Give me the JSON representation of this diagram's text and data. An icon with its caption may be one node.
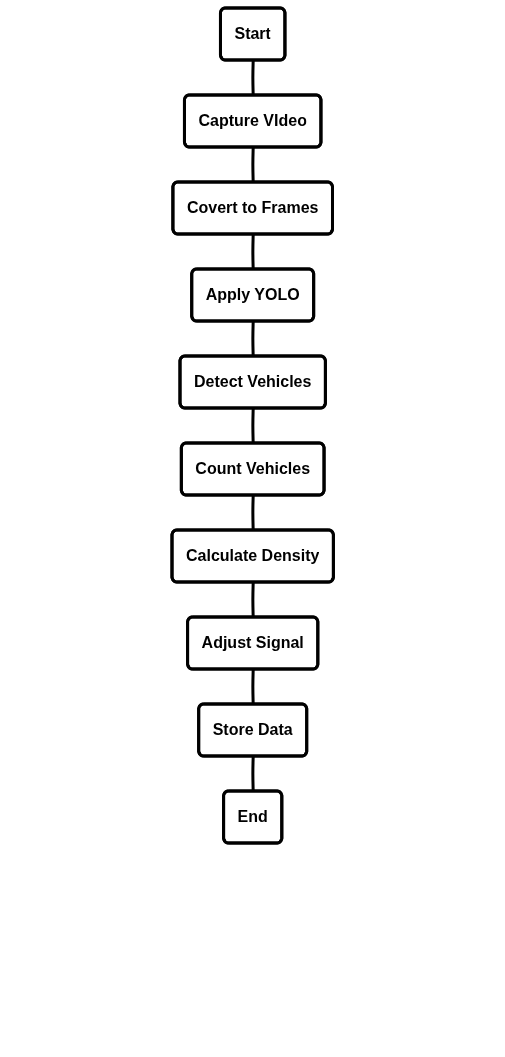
{
  "diagram": {
    "nodes": [
      {
        "text": [
          "Start"
        ]
      },
      {
        "text": [
          "Capture VIdeo"
        ]
      },
      {
        "text": [
          "Covert to Frames"
        ]
      },
      {
        "text": [
          "Apply YOLO"
        ]
      },
      {
        "text": [
          "Detect Vehicles"
        ]
      },
      {
        "text": [
          "Count Vehicles"
        ]
      },
      {
        "text": [
          "Calculate Density"
        ]
      },
      {
        "text": [
          "Adjust Signal"
        ]
      },
      {
        "text": [
          "Store Data"
        ]
      },
      {
        "text": [
          "End"
        ]
      }
    ],
    "edges": [
      {
        "from": 0,
        "to": 1,
        "arrow": "none"
      },
      {
        "from": 1,
        "to": 2,
        "arrow": "none"
      },
      {
        "from": 2,
        "to": 3,
        "arrow": "none"
      },
      {
        "from": 3,
        "to": 4,
        "arrow": "none"
      },
      {
        "from": 4,
        "to": 5,
        "arrow": "none"
      },
      {
        "from": 5,
        "to": 6,
        "arrow": "none"
      },
      {
        "from": 6,
        "to": 7,
        "arrow": "none"
      },
      {
        "from": 7,
        "to": 8,
        "arrow": "none"
      },
      {
        "from": 8,
        "to": 9,
        "arrow": "none"
      }
    ]
  }
}
